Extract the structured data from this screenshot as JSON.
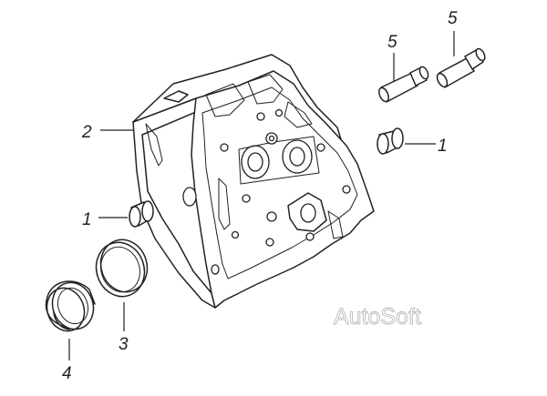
{
  "callouts": {
    "head": "2",
    "plug_left": "1",
    "plug_right": "1",
    "seat_ring_outer": "4",
    "seat_ring_inner": "3",
    "guide_a": "5",
    "guide_b": "5"
  },
  "watermark": "AutoSoft",
  "colors": {
    "line": "#222222",
    "watermark_outline": "#b9b9b9",
    "background": "#ffffff"
  }
}
